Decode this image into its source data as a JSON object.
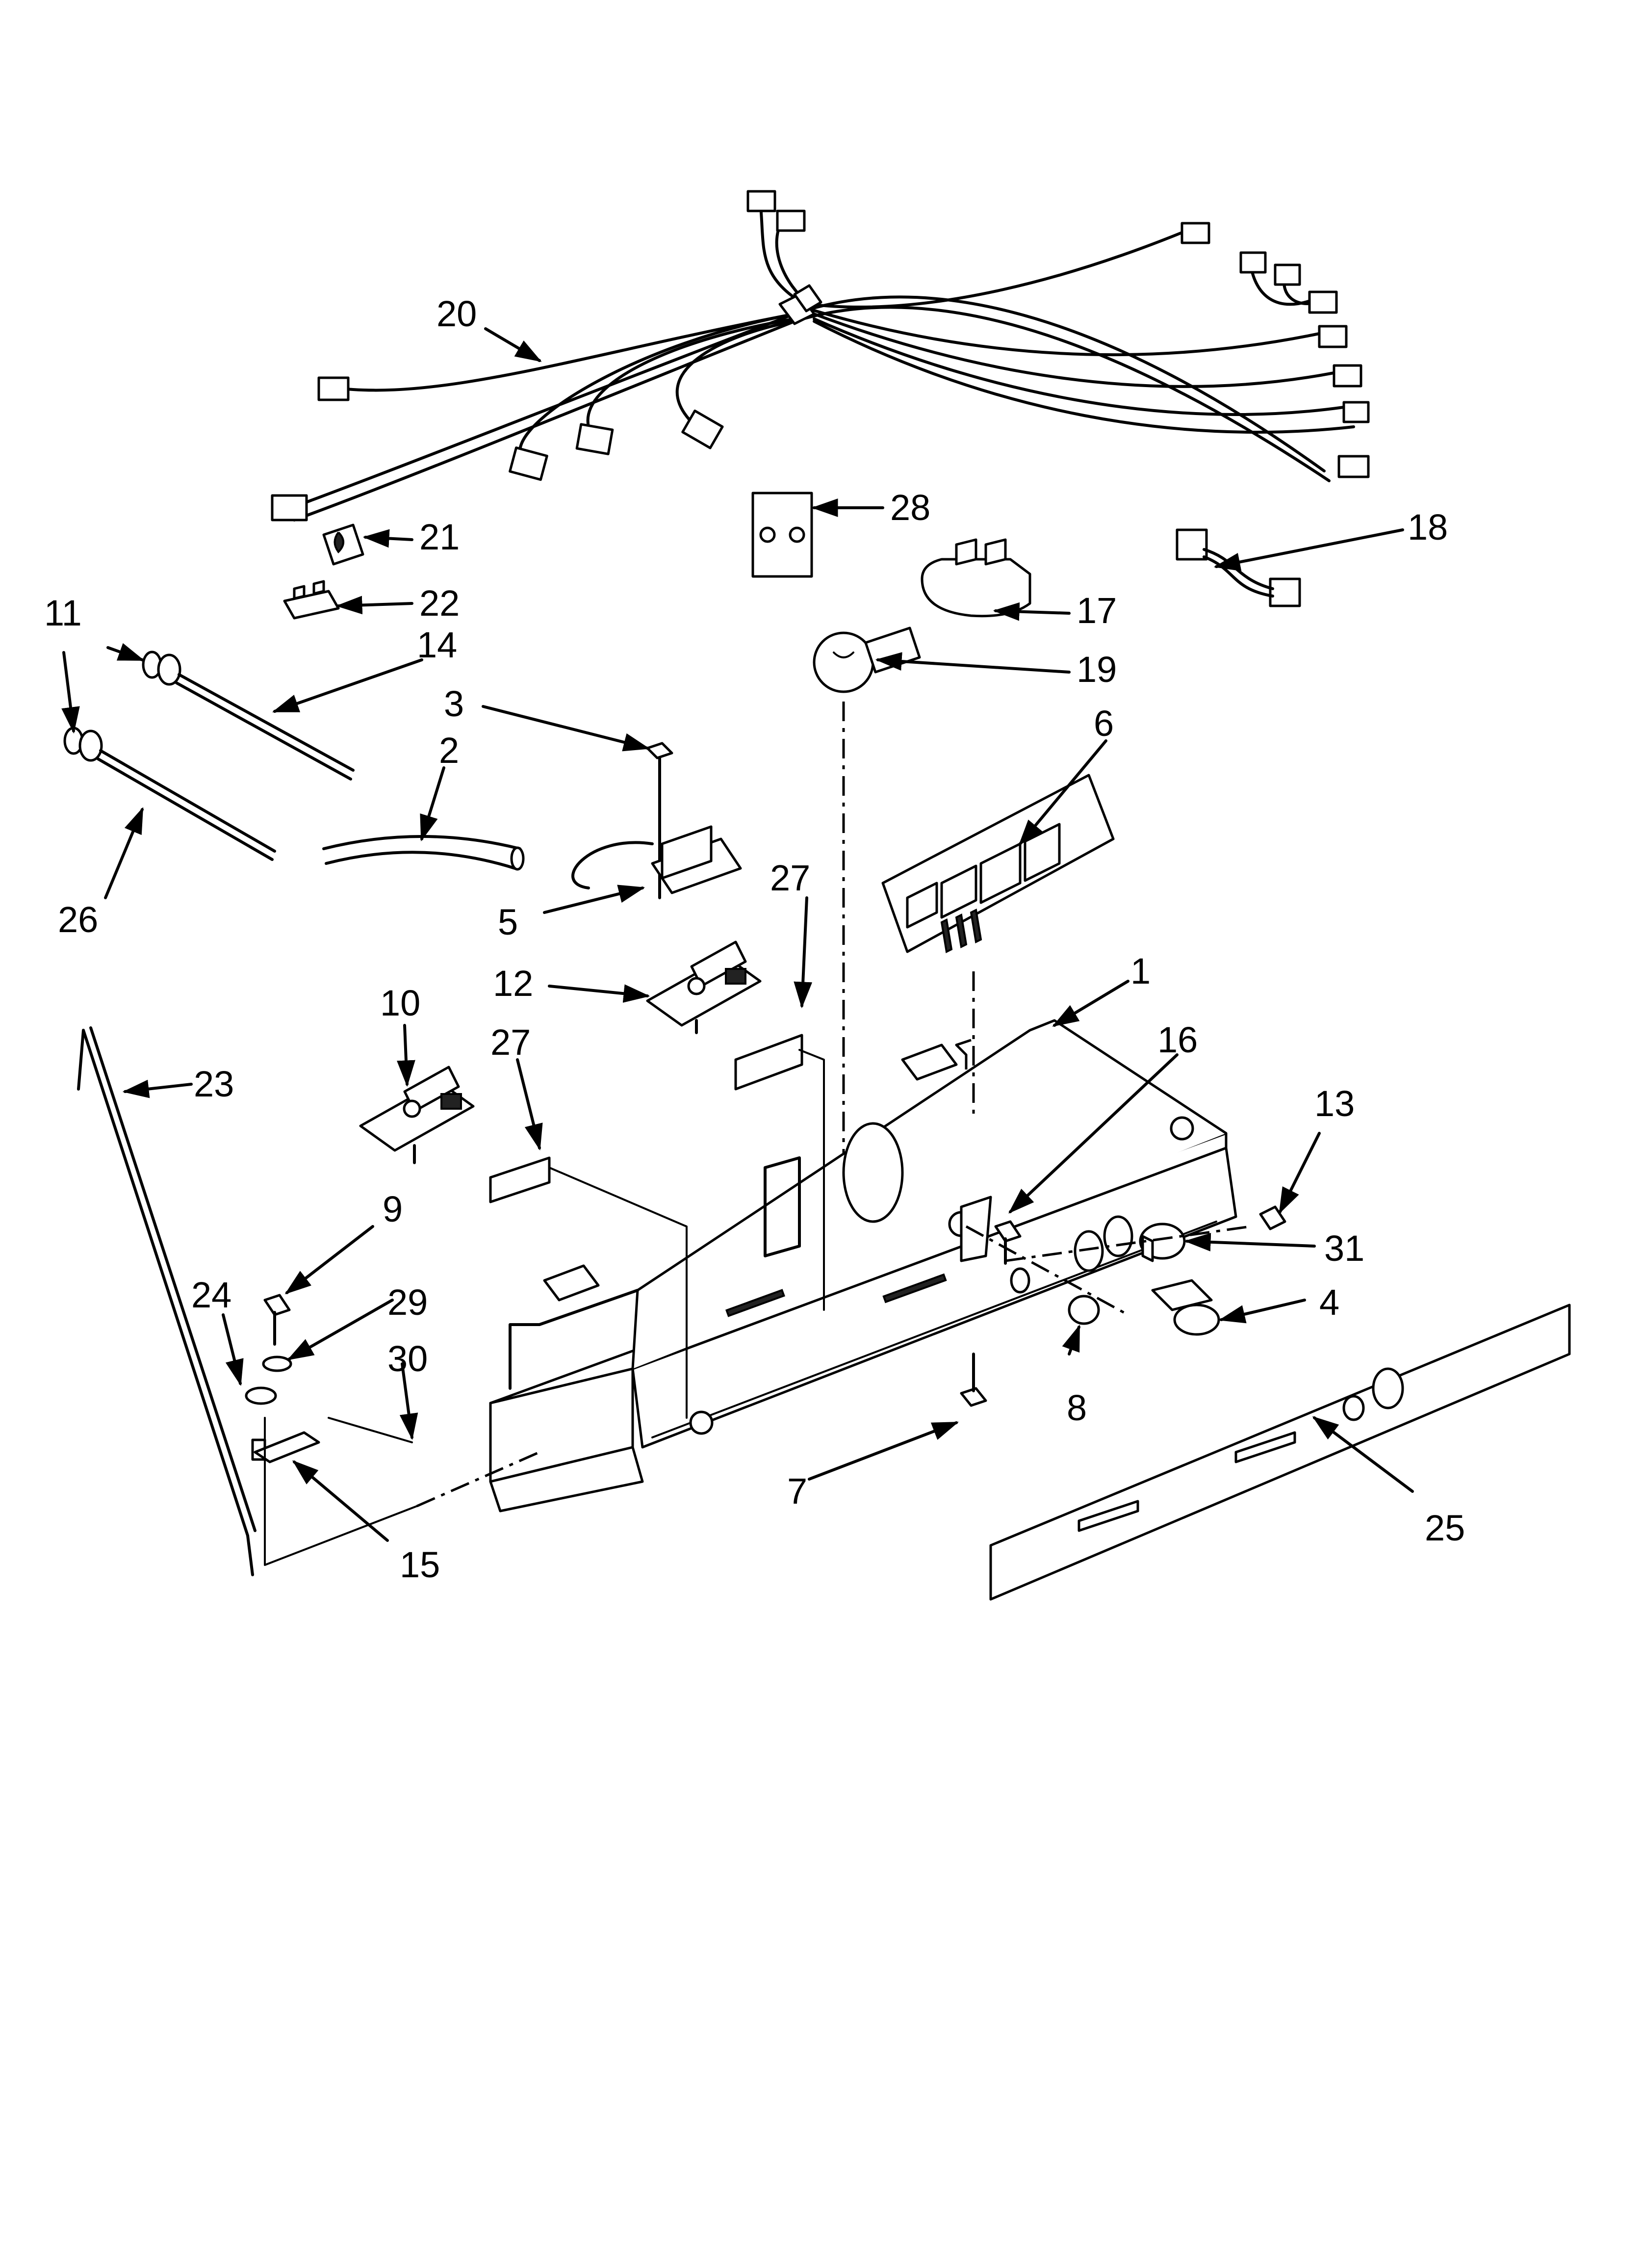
{
  "callouts": {
    "c1": "1",
    "c2": "2",
    "c3": "3",
    "c4": "4",
    "c5": "5",
    "c6": "6",
    "c7": "7",
    "c8": "8",
    "c9": "9",
    "c10": "10",
    "c11": "11",
    "c12": "12",
    "c13": "13",
    "c14": "14",
    "c15": "15",
    "c16": "16",
    "c17": "17",
    "c18": "18",
    "c19": "19",
    "c20": "20",
    "c21": "21",
    "c22": "22",
    "c23": "23",
    "c24": "24",
    "c25": "25",
    "c26": "26",
    "c27a": "27",
    "c27b": "27",
    "c28": "28",
    "c29": "29",
    "c30": "30",
    "c31": "31"
  },
  "icons": {
    "arrow": "arrow-head-icon",
    "connector": "wire-connector-icon"
  },
  "colors": {
    "ink": "#000000",
    "paper": "#ffffff"
  }
}
